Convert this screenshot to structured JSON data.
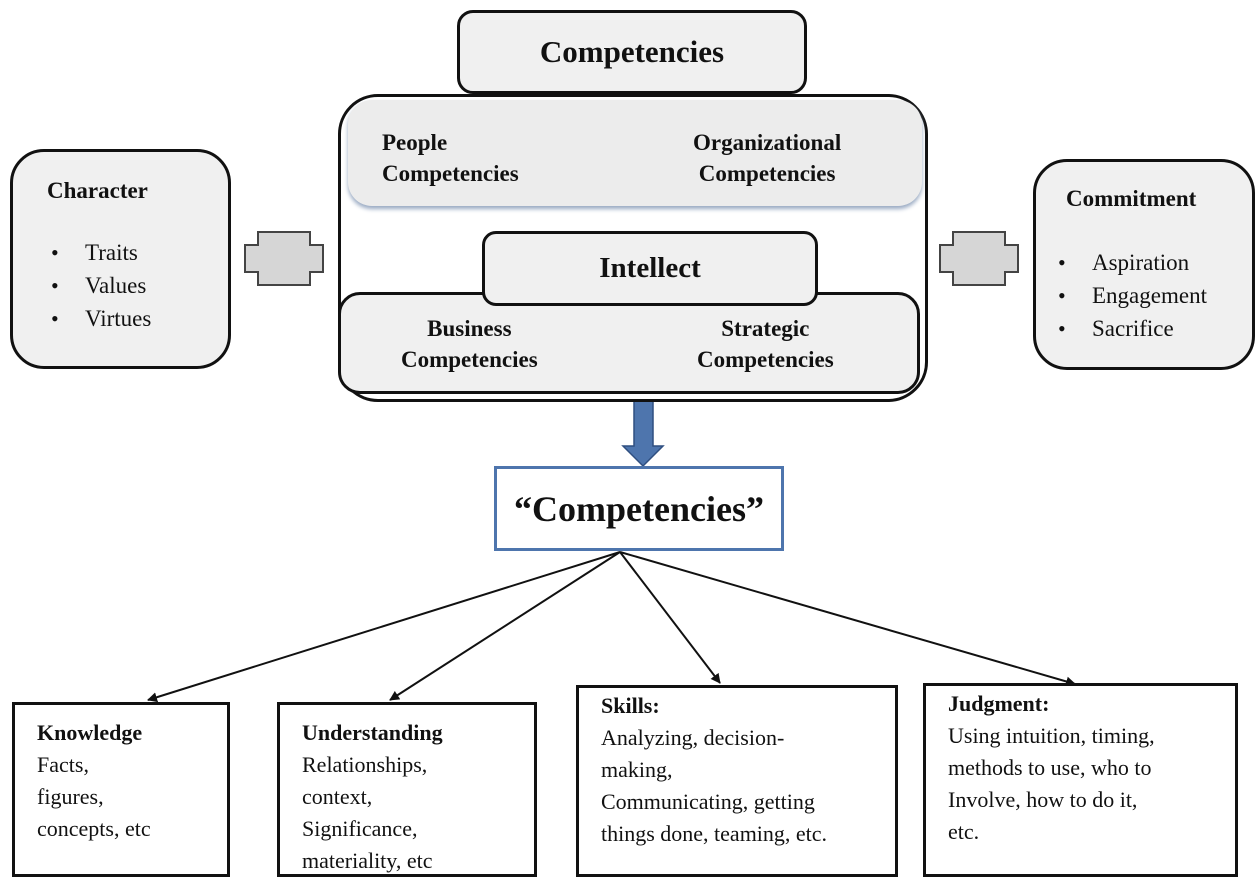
{
  "header": {
    "title": "Competencies"
  },
  "core": {
    "people": [
      "People",
      "Competencies"
    ],
    "organizational": [
      "Organizational",
      "Competencies"
    ],
    "intellect": "Intellect",
    "business": [
      "Business",
      "Competencies"
    ],
    "strategic": [
      "Strategic",
      "Competencies"
    ]
  },
  "character": {
    "title": "Character",
    "items": [
      "Traits",
      "Values",
      "Virtues"
    ]
  },
  "commitment": {
    "title": "Commitment",
    "items": [
      "Aspiration",
      "Engagement",
      "Sacrifice"
    ]
  },
  "result": {
    "title": "“Competencies”"
  },
  "components": [
    {
      "heading": "Knowledge",
      "lines": [
        "Facts,",
        "figures,",
        "concepts, etc"
      ]
    },
    {
      "heading": "Understanding",
      "lines": [
        "Relationships,",
        "context,",
        "Significance,",
        "materiality, etc"
      ]
    },
    {
      "heading": "Skills:",
      "lines": [
        "Analyzing, decision-",
        "making,",
        "Communicating, getting",
        "things done, teaming, etc."
      ]
    },
    {
      "heading": "Judgment:",
      "lines": [
        "Using intuition, timing,",
        "methods to use, who to",
        "Involve, how to do it,",
        "etc."
      ]
    }
  ],
  "colors": {
    "arrow": "#4e75ad",
    "panel": "#f0f0f0",
    "connector": "#d6d6d6"
  }
}
